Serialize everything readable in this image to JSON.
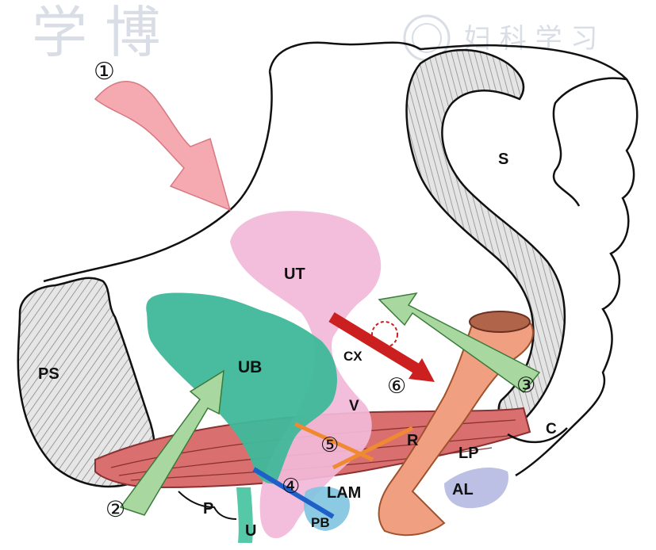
{
  "labels": {
    "ut": "UT",
    "ub": "UB",
    "cx": "CX",
    "v": "V",
    "r": "R",
    "lp": "LP",
    "c": "C",
    "al": "AL",
    "lam": "LAM",
    "pb": "PB",
    "p": "P",
    "u": "U",
    "ps": "PS",
    "s": "S"
  },
  "markers": {
    "m1": "①",
    "m2": "②",
    "m3": "③",
    "m4": "④",
    "m5": "⑤",
    "m6": "⑥"
  },
  "watermark": {
    "left_text": "学 博",
    "right_text": "妇 科 学 习"
  },
  "colors": {
    "uterus": "#f2b8d8",
    "bladder": "#3fb89a",
    "rectum": "#f0a080",
    "muscle": "#d9706f",
    "perineal_body": "#7fc4e0",
    "anal_canal": "#aab0dd",
    "arrow_green": "#a8d8a0",
    "arrow_red": "#cc1f1f",
    "arrow_pink": "#f5a0a8",
    "line_blue": "#1f5fc8",
    "line_orange": "#f08a30",
    "outline": "#111111"
  }
}
